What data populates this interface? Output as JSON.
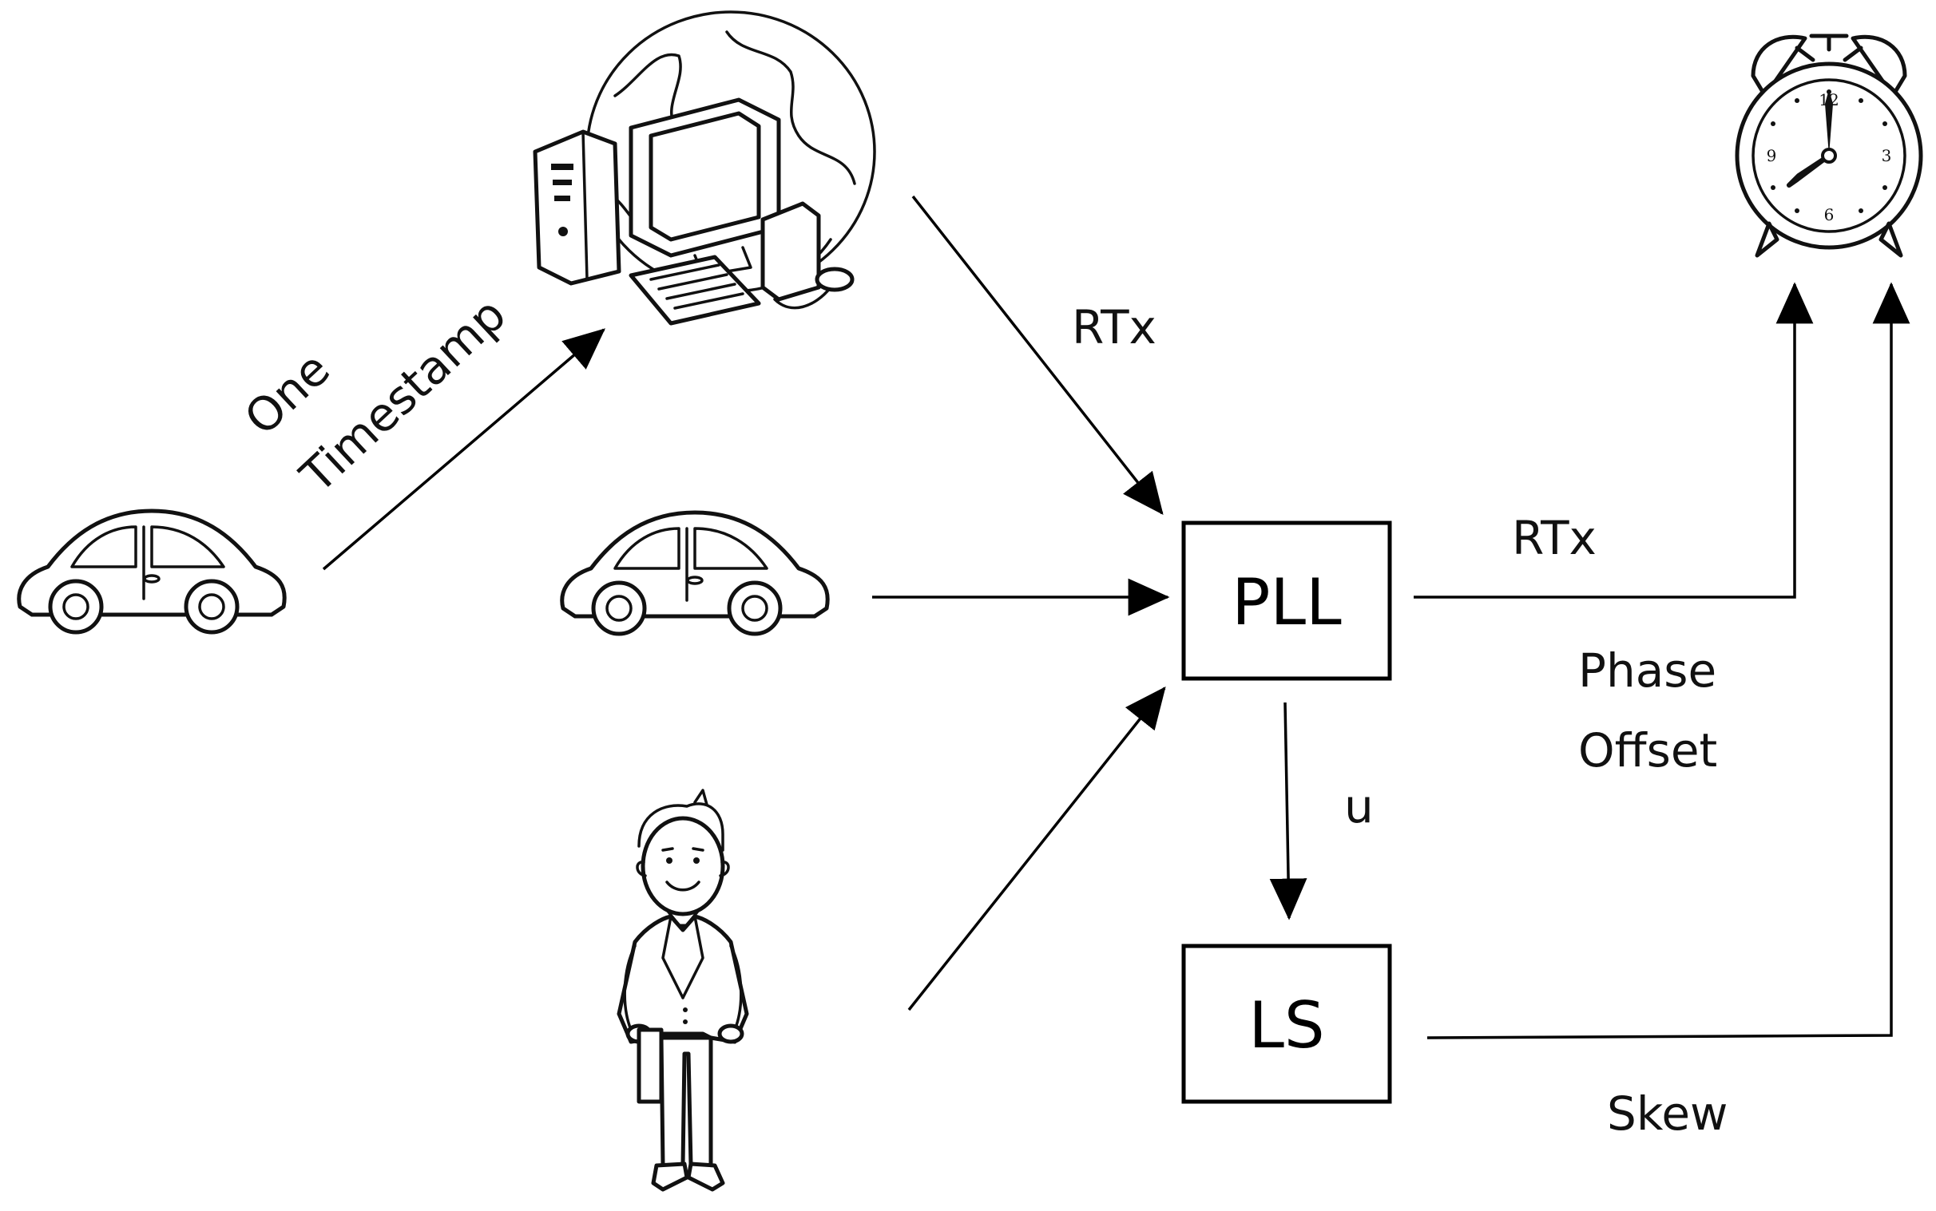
{
  "nodes": {
    "pll": {
      "label": "PLL"
    },
    "ls": {
      "label": "LS"
    }
  },
  "edge_labels": {
    "one": "One",
    "timestamp": "Timestamp",
    "rtx_in": "RTx",
    "rtx_out": "RTx",
    "phase": "Phase",
    "offset": "Offset",
    "u": "u",
    "skew": "Skew"
  },
  "icons": {
    "computer_globe": "computer-globe-icon",
    "car_left": "car-icon",
    "car_middle": "car-icon",
    "person": "businessman-icon",
    "clock": "alarm-clock-icon"
  },
  "clock_numbers": {
    "n12": "12",
    "n3": "3",
    "n6": "6",
    "n9": "9"
  }
}
